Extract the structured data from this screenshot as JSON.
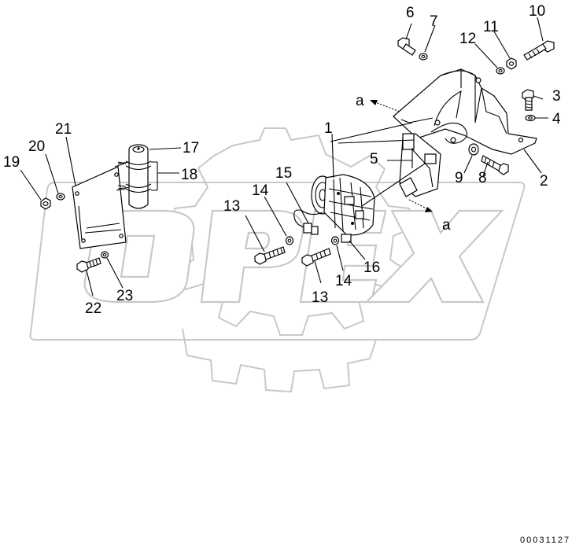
{
  "diagram": {
    "callouts": [
      "1",
      "2",
      "3",
      "4",
      "5",
      "6",
      "7",
      "8",
      "9",
      "10",
      "11",
      "12",
      "13",
      "13",
      "14",
      "14",
      "15",
      "16",
      "17",
      "18",
      "19",
      "20",
      "21",
      "22",
      "23"
    ],
    "view_arrows": [
      "a",
      "a"
    ],
    "watermark_text": "OPEX",
    "drawing_number": "00031127"
  }
}
